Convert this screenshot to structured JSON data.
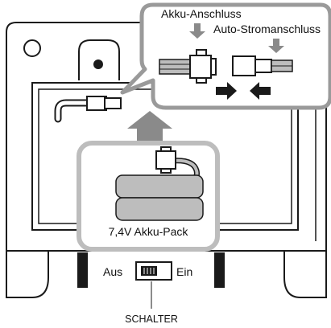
{
  "labels": {
    "battery_connector": "Akku-Anschluss",
    "car_power_connector": "Auto-Stromanschluss",
    "battery_pack": "7,4V Akku-Pack",
    "switch_off": "Aus",
    "switch_on": "Ein",
    "switch": "SCHALTER"
  },
  "colors": {
    "outline": "#1a1a1a",
    "gray_fill": "#bdbdbd",
    "light_gray": "#e6e6e6",
    "callout_border": "#9a9a9a",
    "arrow_gray": "#8a8a8a"
  },
  "icons": {
    "insert_arrow": "up-arrow-icon",
    "connect_arrows": "converging-arrows-icon",
    "down_arrows": "down-arrow-icon"
  }
}
